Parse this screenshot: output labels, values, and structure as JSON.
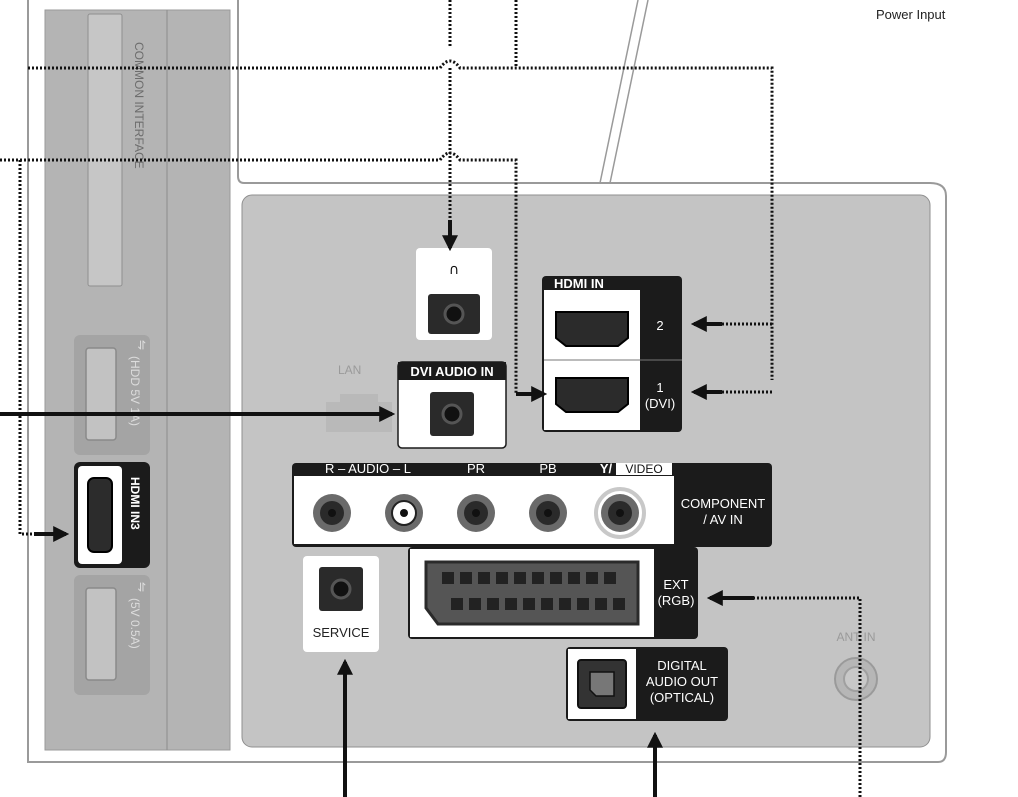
{
  "corner_label": "Power Input",
  "side_panel": {
    "slot_label": "COMMON INTERFACE",
    "usb1_label": "(HDD 5V 1A)",
    "usb2_label": "(5V 0.5A)",
    "hdmi3_label": "HDMI IN3"
  },
  "ports": {
    "lan_label": "LAN",
    "dvi_audio_label": "DVI AUDIO IN",
    "hdmi_in_label": "HDMI IN",
    "hdmi2_label": "2",
    "hdmi1_label": "1",
    "hdmi1_sub_label": "(DVI)",
    "audio_lr_label": "R – AUDIO – L",
    "pr_label": "PR",
    "pb_label": "PB",
    "y_label": "Y/",
    "video_label": "VIDEO",
    "component_label_1": "COMPONENT",
    "component_label_2": "/ AV IN",
    "service_label": "SERVICE",
    "ext_label_1": "EXT",
    "ext_label_2": "(RGB)",
    "ant_label": "ANT IN",
    "optical_label_1": "DIGITAL",
    "optical_label_2": "AUDIO OUT",
    "optical_label_3": "(OPTICAL)"
  },
  "icons": [
    "headphone-icon",
    "usb-icon",
    "lan-port-icon",
    "scart-connector-icon",
    "optical-port-icon",
    "rca-jack-icon",
    "hdmi-port-icon"
  ],
  "colors": {
    "panel": "#c4c4c4",
    "side_panel": "#b4b4b4",
    "label_bg": "#1b1b1b",
    "arrow": "#111111"
  }
}
